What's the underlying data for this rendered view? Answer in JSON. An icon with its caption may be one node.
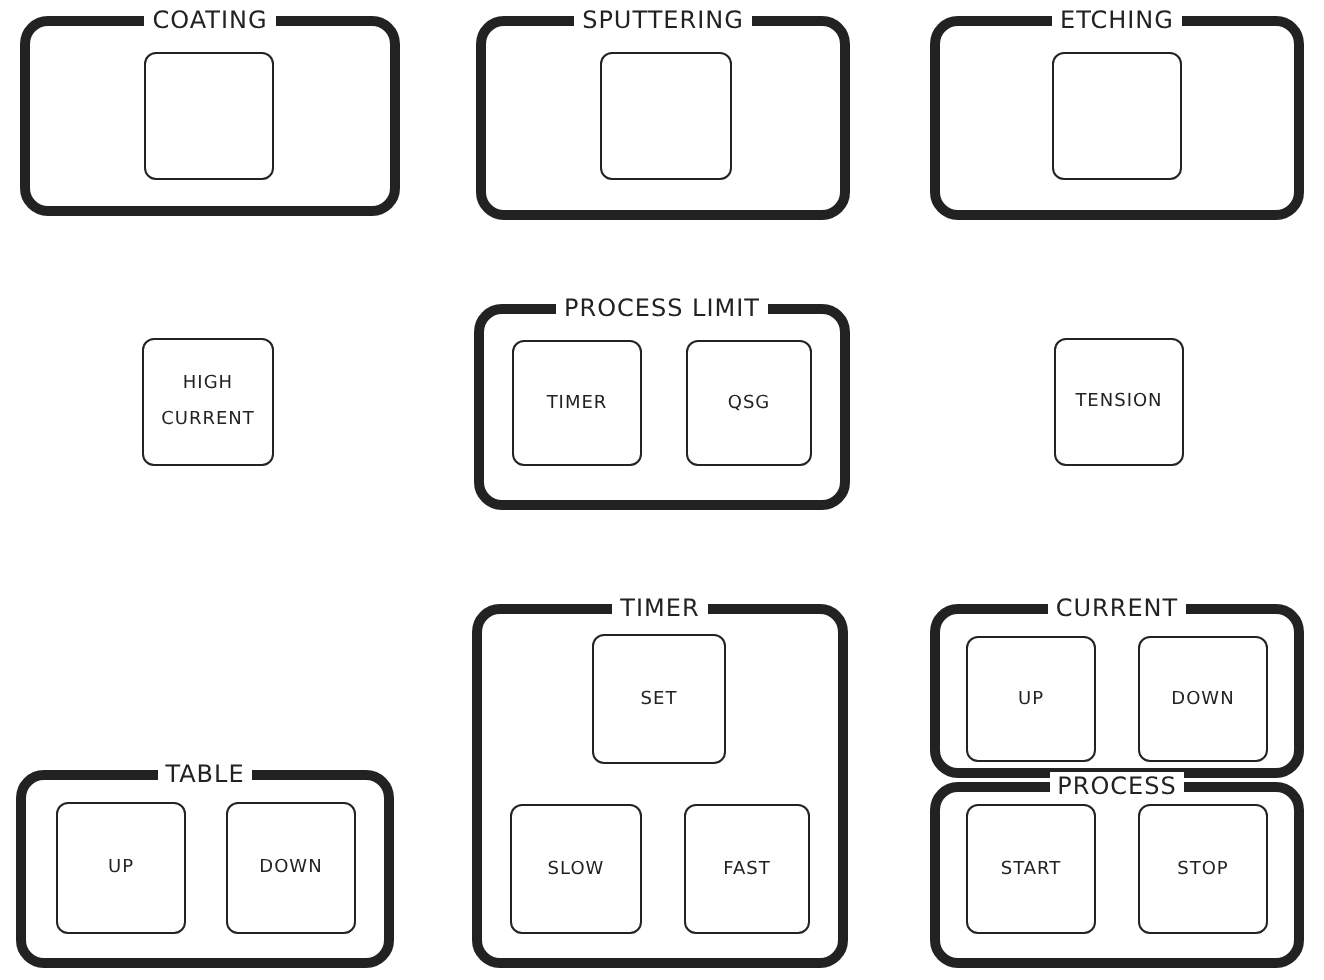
{
  "diagram": {
    "nodes": [
      {
        "text": [
          "COATING"
        ]
      },
      {
        "text": [],
        "shape": "box",
        "in": 0
      },
      {
        "text": [
          "SPUTTERING"
        ]
      },
      {
        "text": [],
        "shape": "box",
        "in": 2
      },
      {
        "text": [
          "ETCHING"
        ]
      },
      {
        "text": [],
        "shape": "box",
        "in": 4
      },
      {
        "text": [
          "HIGH CURRENT"
        ]
      },
      {
        "text": [
          "PROCESS LIMIT"
        ]
      },
      {
        "text": [
          "TIMER"
        ],
        "in": 7
      },
      {
        "text": [
          "QSG"
        ],
        "in": 7
      },
      {
        "text": [
          "TENSION"
        ]
      },
      {
        "text": [
          "TIMER"
        ]
      },
      {
        "text": [
          "SET"
        ],
        "in": 11
      },
      {
        "text": [
          "SLOW"
        ],
        "in": 11
      },
      {
        "text": [
          "FAST"
        ],
        "in": 11
      },
      {
        "text": [
          "CURRENT"
        ]
      },
      {
        "text": [
          "UP"
        ],
        "in": 15
      },
      {
        "text": [
          "DOWN"
        ],
        "in": 15
      },
      {
        "text": [
          "PROCESS"
        ]
      },
      {
        "text": [
          "START"
        ],
        "in": 18
      },
      {
        "text": [
          "STOP"
        ],
        "in": 18
      },
      {
        "text": [
          "TABLE"
        ]
      },
      {
        "text": [
          "UP"
        ],
        "in": 21
      },
      {
        "text": [
          "DOWN"
        ],
        "in": 21
      }
    ],
    "edges": []
  }
}
